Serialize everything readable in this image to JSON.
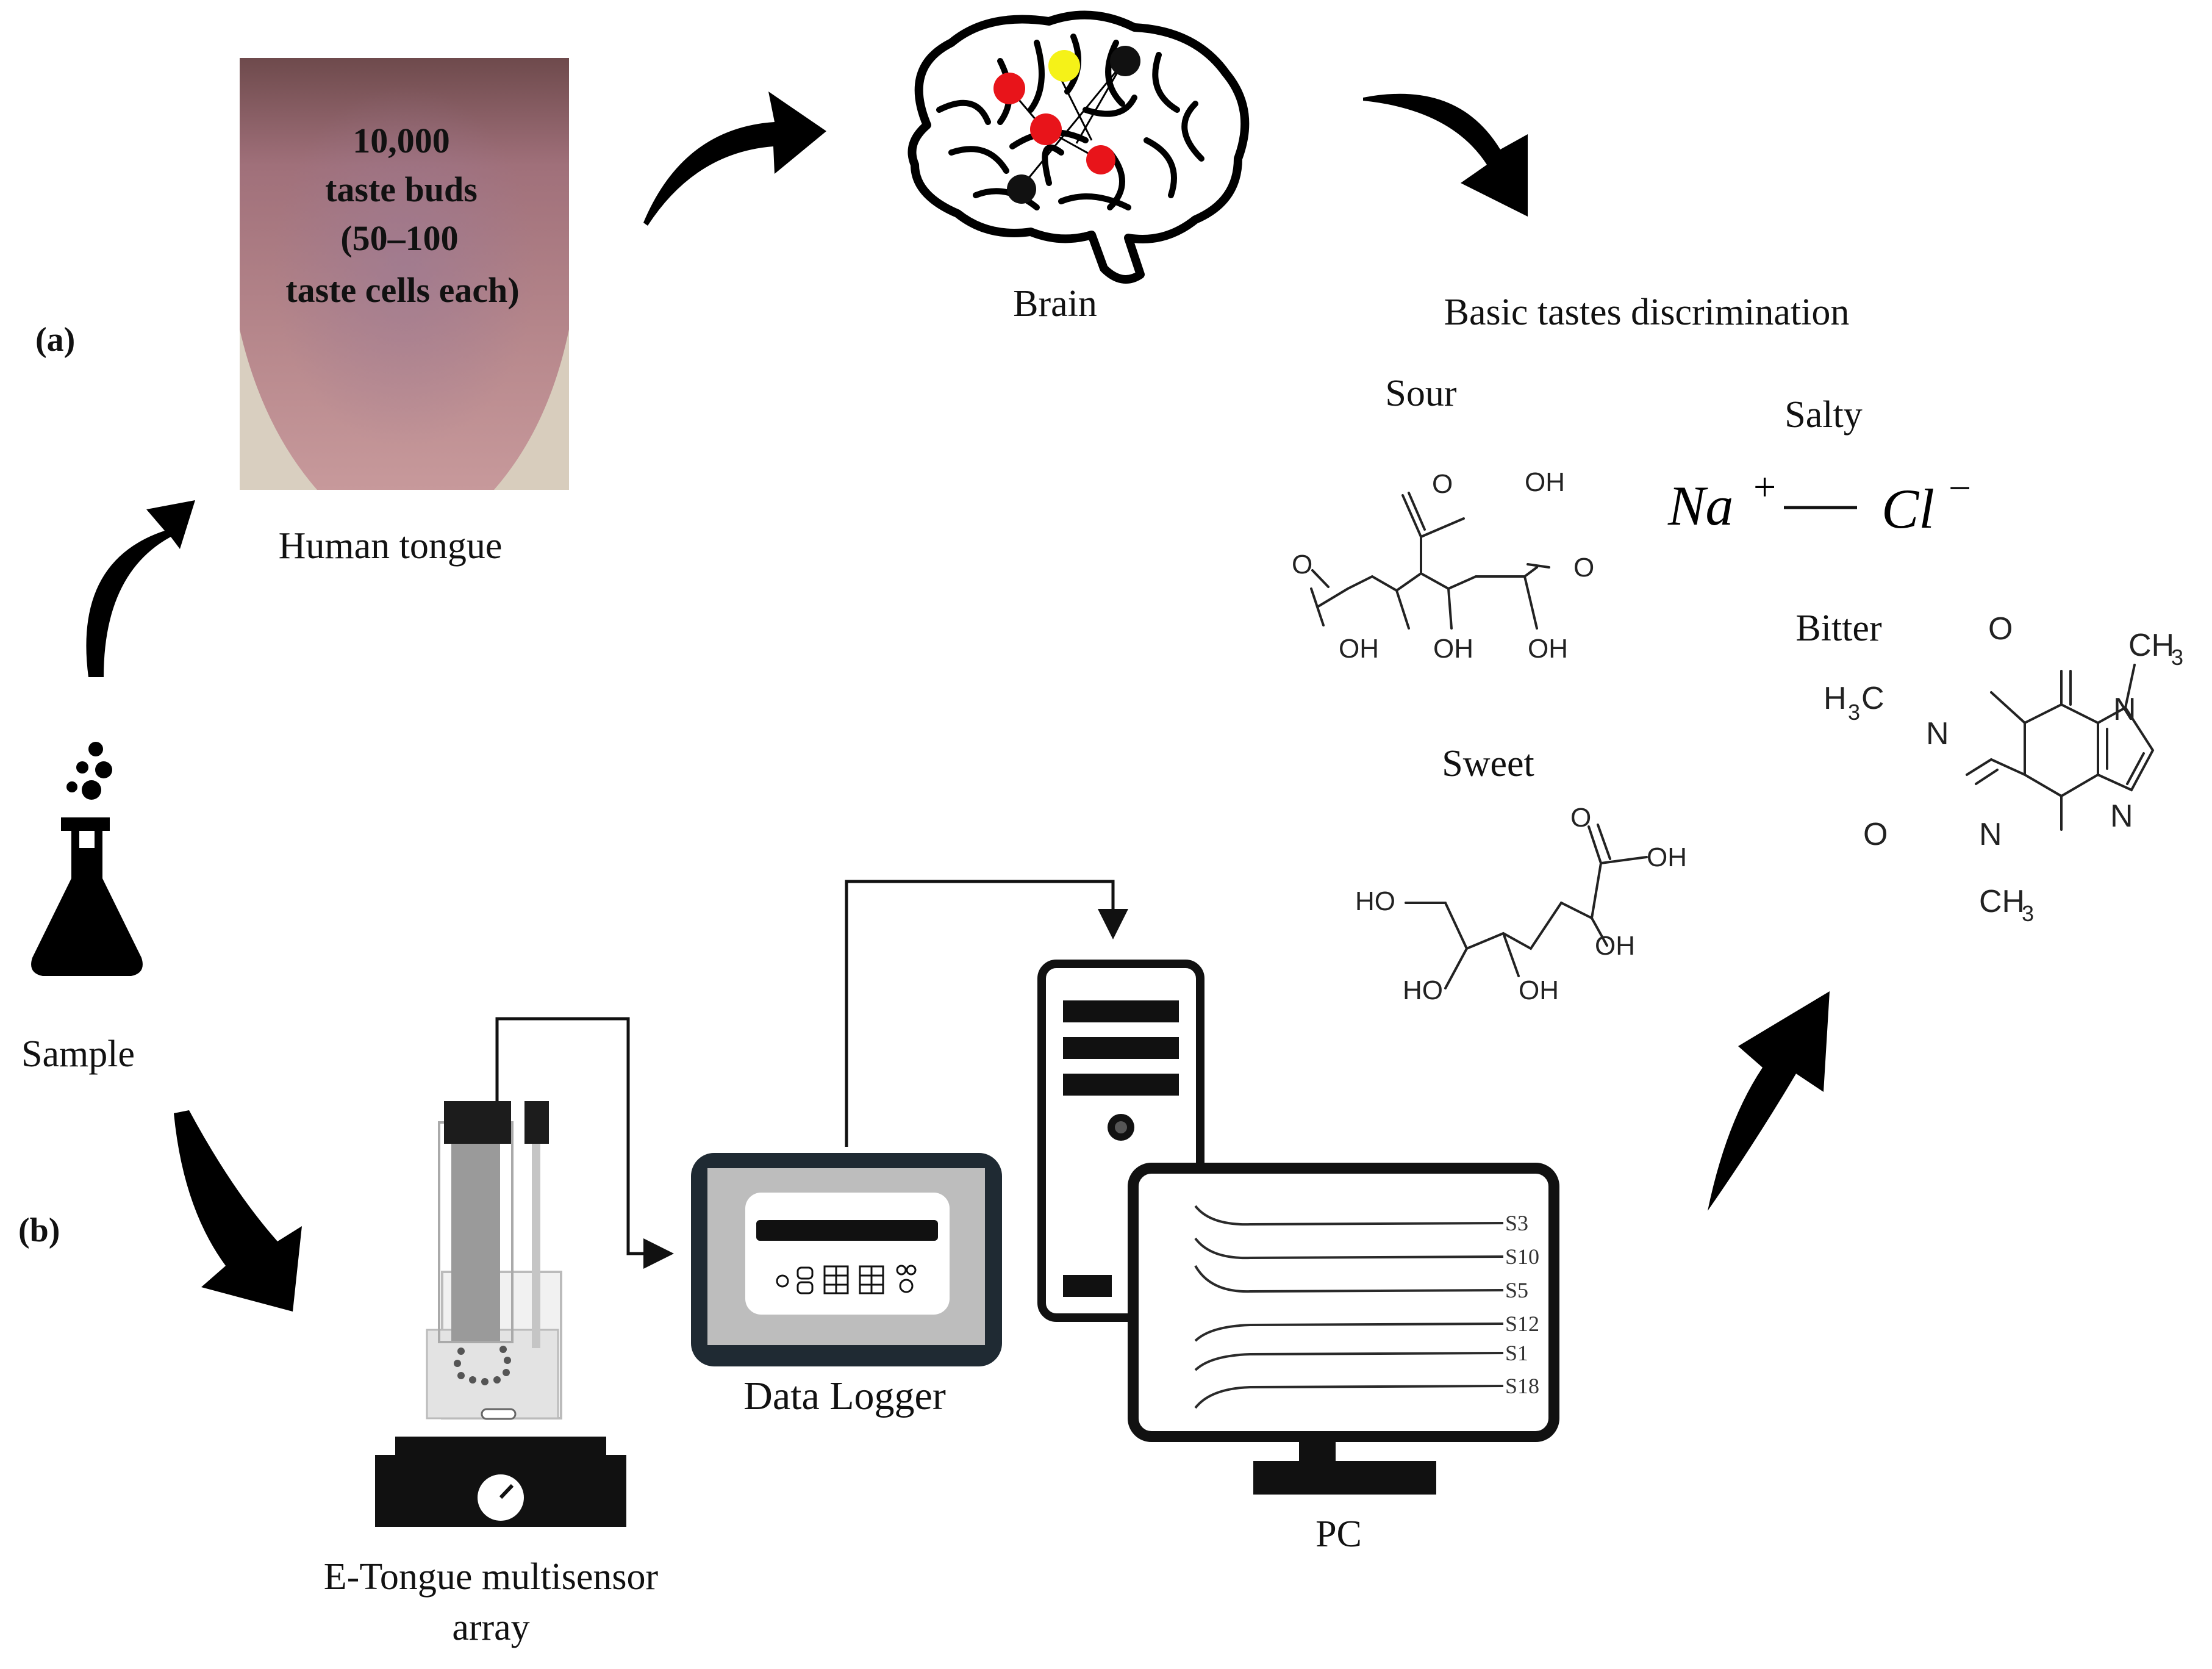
{
  "labels": {
    "a": "(a)",
    "b": "(b)",
    "sample": "Sample",
    "human_tongue": "Human tongue",
    "tongue_text": [
      "10,000",
      "taste buds",
      "(50–100",
      "taste cells each)"
    ],
    "brain": "Brain",
    "basic_tastes": "Basic tastes  discrimination",
    "sour": "Sour",
    "salty": "Salty",
    "bitter": "Bitter",
    "sweet": "Sweet",
    "etongue": [
      "E-Tongue  multisensor",
      "array"
    ],
    "data_logger": "Data Logger",
    "pc": "PC"
  },
  "salty_formula": {
    "na": "Na",
    "plus": "+",
    "cl": "Cl",
    "minus": "−"
  },
  "chem_labels": {
    "O": "O",
    "OH": "OH",
    "HO": "HO",
    "N": "N",
    "H3C_H": "H",
    "H3C_3": "3",
    "H3C_C": "C",
    "CH3_CH": "CH",
    "CH3_3": "3"
  },
  "pc_curves": [
    "S3",
    "S10",
    "S5",
    "S12",
    "S1",
    "S18"
  ],
  "colors": {
    "brain_red": "#e8141a",
    "brain_yellow": "#f5f218",
    "brain_black": "#111111",
    "tongue": "#b07a7c",
    "arrow": "#000000"
  }
}
